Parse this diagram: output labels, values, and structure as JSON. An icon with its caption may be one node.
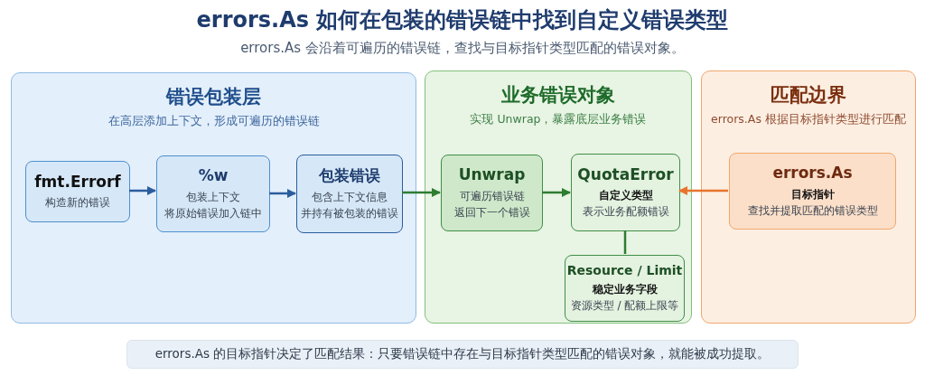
{
  "diagram": {
    "title": "errors.As 如何在包装的错误链中找到自定义错误类型",
    "nodes": [
      {
        "text": [
          "错误包装层",
          "在高层添加上下文，形成可遍历的错误链"
        ]
      },
      {
        "text": [
          "fmt.Errorf",
          "构造新的错误"
        ],
        "in": 0
      },
      {
        "text": [
          "%w",
          "包装上下文",
          "将原始错误加入链中"
        ],
        "in": 0
      },
      {
        "text": [
          "包装错误",
          "包含上下文信息",
          "并持有被包装的错误"
        ],
        "in": 0
      },
      {
        "text": [
          "业务错误对象",
          "实现 Unwrap，暴露底层业务错误"
        ]
      },
      {
        "text": [
          "Unwrap",
          "可遍历错误链",
          "返回下一个错误"
        ],
        "in": 4
      },
      {
        "text": [
          "QuotaError",
          "自定义类型",
          "表示业务配额错误"
        ],
        "in": 4
      },
      {
        "text": [
          "Resource / Limit",
          "稳定业务字段",
          "资源类型 / 配额上限等"
        ],
        "in": 4
      },
      {
        "text": [
          "匹配边界",
          "errors.As 根据目标指针类型进行匹配"
        ]
      },
      {
        "text": [
          "errors.As",
          "目标指针",
          "查找并提取匹配的错误类型"
        ],
        "in": 8
      },
      {
        "text": [
          "errors.As 的目标指针决定了匹配结果：只要错误链中存在与目标指针类型匹配的错误对象，就能被成功提取。"
        ]
      }
    ],
    "edges": [
      {
        "from": 1,
        "to": 2,
        "arrow": "to",
        "color": "#2b5d9e"
      },
      {
        "from": 2,
        "to": 3,
        "arrow": "to",
        "color": "#2b5d9e"
      },
      {
        "from": 3,
        "to": 5,
        "arrow": "to"
      },
      {
        "from": 5,
        "to": 6,
        "arrow": "to"
      },
      {
        "from": 6,
        "to": 7,
        "arrow": "none"
      },
      {
        "from": 9,
        "to": 6,
        "arrow": "to",
        "color": "#e8742c"
      }
    ],
    "labels": [
      "errors.As 会沿着可遍历的错误链，查找与目标指针类型匹配的错误对象。"
    ]
  }
}
